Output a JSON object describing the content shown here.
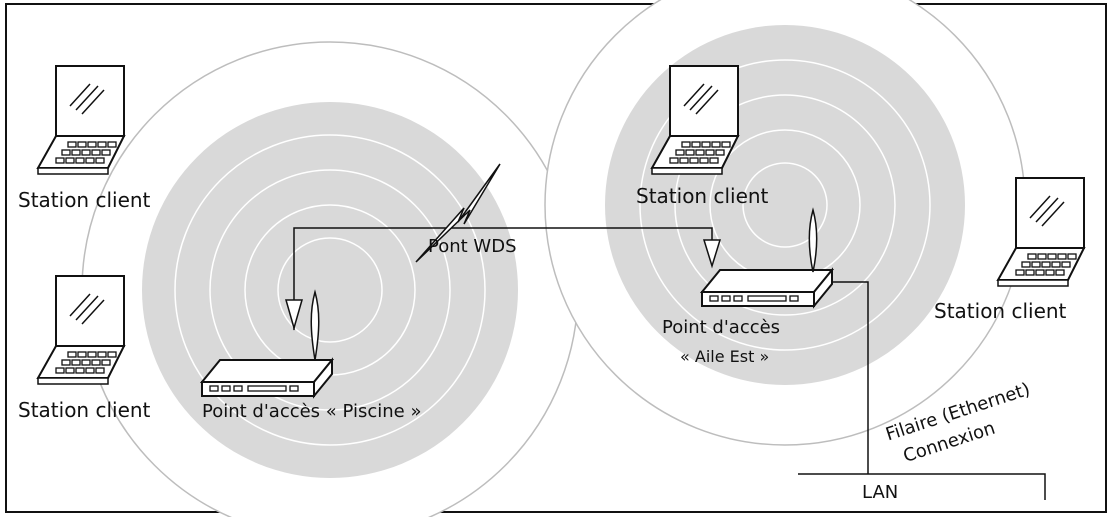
{
  "diagram": {
    "labels": {
      "client_top_left": "Station client",
      "client_bottom_left": "Station client",
      "client_top_right": "Station client",
      "client_far_right": "Station client",
      "wds_bridge": "Pont WDS",
      "ap_pool": "Point d'accès « Piscine »",
      "ap_east_line1": "Point d'accès",
      "ap_east_line2": "« Aile Est »",
      "wired_line1": "Filaire (Ethernet)",
      "wired_line2": "Connexion",
      "lan": "LAN"
    },
    "colors": {
      "coverage_fill": "#d9d9d9",
      "line": "#111111",
      "ring": "#bdbdbd",
      "background": "#ffffff"
    }
  }
}
